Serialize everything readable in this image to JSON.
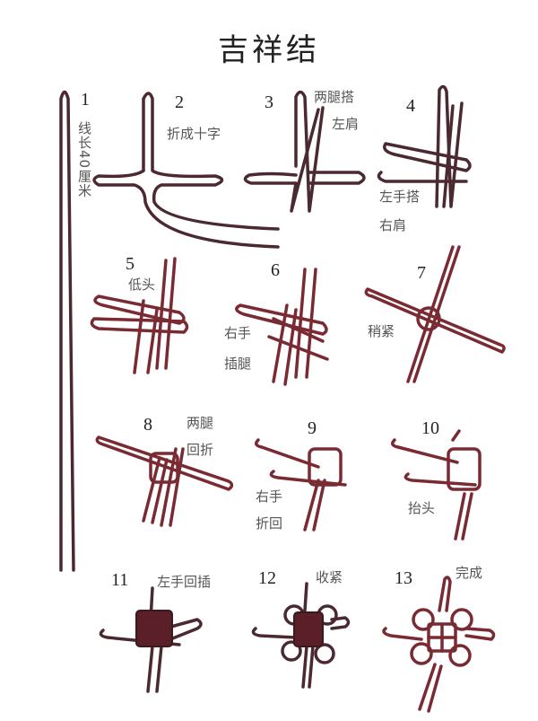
{
  "title": "吉祥结",
  "colors": {
    "cord": "#4a2a30",
    "cord_red": "#7a2a32",
    "text": "#555555",
    "background": "#ffffff"
  },
  "steps": [
    {
      "number": "1",
      "label": "线长40厘米"
    },
    {
      "number": "2",
      "label": "折成十字"
    },
    {
      "number": "3",
      "label": "两腿搭左肩",
      "label_line1": "两腿搭",
      "label_line2": "左肩"
    },
    {
      "number": "4",
      "label": "左手搭右肩",
      "label_line1": "左手搭",
      "label_line2": "右肩"
    },
    {
      "number": "5",
      "label": "低头"
    },
    {
      "number": "6",
      "label": "右手插腿",
      "label_line1": "右手",
      "label_line2": "插腿"
    },
    {
      "number": "7",
      "label": "稍紧"
    },
    {
      "number": "8",
      "label": "两腿回折",
      "label_line1": "两腿",
      "label_line2": "回折"
    },
    {
      "number": "9",
      "label": "右手折回",
      "label_line1": "右手",
      "label_line2": "折回"
    },
    {
      "number": "10",
      "label": "抬头"
    },
    {
      "number": "11",
      "label": "左手回插"
    },
    {
      "number": "12",
      "label": "收紧"
    },
    {
      "number": "13",
      "label": "完成"
    }
  ]
}
